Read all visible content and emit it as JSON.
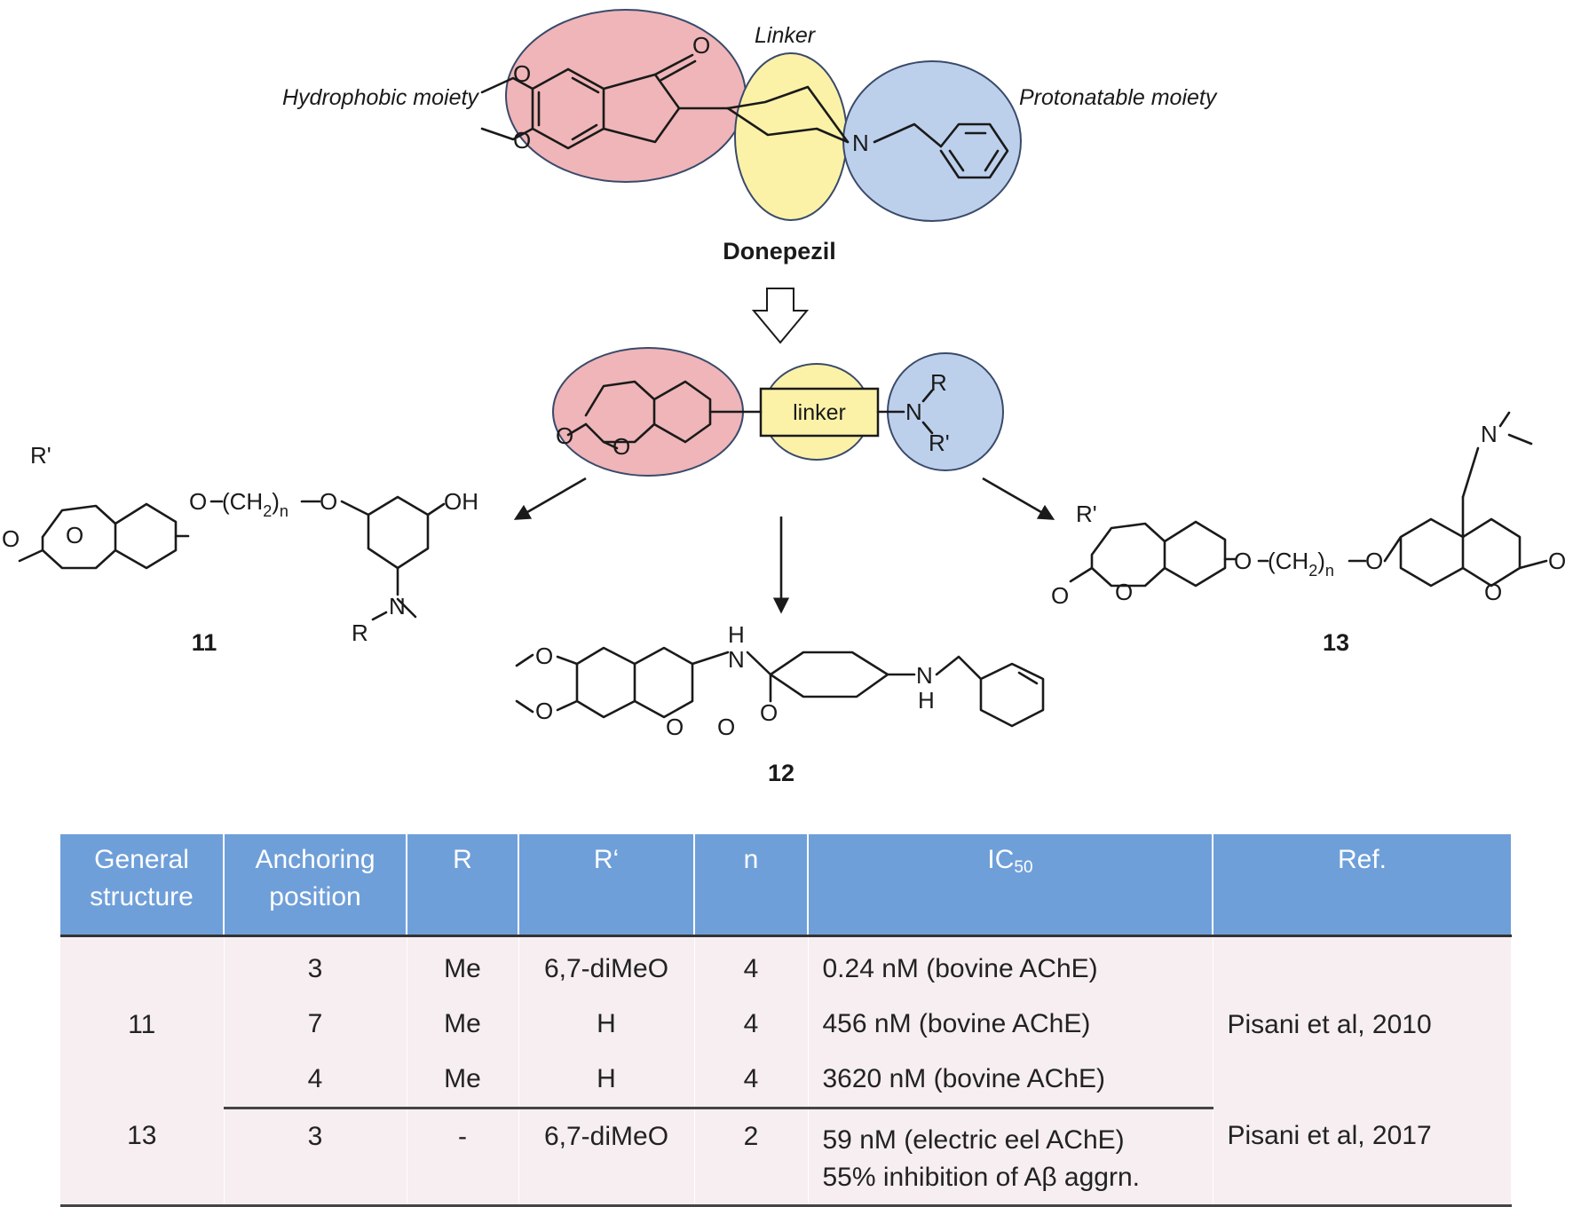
{
  "scheme": {
    "labels": {
      "linker": "Linker",
      "hydrophobic": "Hydrophobic moiety",
      "protonatable": "Protonatable moiety",
      "donepezil": "Donepezil",
      "linker_box": "linker",
      "cmpd11": "11",
      "cmpd12": "12",
      "cmpd13": "13"
    },
    "atoms": {
      "O": "O",
      "N": "N",
      "H": "H",
      "OH": "OH",
      "R": "R",
      "R_prime": "R'",
      "ch2n": "(CH",
      "sub2": "2",
      "subn": "n"
    },
    "colors": {
      "hydrophobic_fill": "#efb5b8",
      "linker_fill": "#fbf2a8",
      "protonatable_fill": "#bcd0ec",
      "outline": "#3a4a6a"
    }
  },
  "table": {
    "header_color": "#6f9fd9",
    "row_color": "#f6eef0",
    "headers": {
      "general_l1": "General",
      "general_l2": "structure",
      "anchoring_l1": "Anchoring",
      "anchoring_l2": "position",
      "r": "R",
      "r_prime": "R‘",
      "n": "n",
      "ic_main": "IC",
      "ic_sub": "50",
      "ref": "Ref."
    },
    "rows": [
      {
        "structure": "11",
        "anchoring": "3",
        "r": "Me",
        "r_prime": "6,7-diMeO",
        "n": "4",
        "ic50": "0.24 nM (bovine AChE)",
        "ref": "Pisani et al, 2010"
      },
      {
        "anchoring": "7",
        "r": "Me",
        "r_prime": "H",
        "n": "4",
        "ic50": "456 nM (bovine AChE)"
      },
      {
        "anchoring": "4",
        "r": "Me",
        "r_prime": "H",
        "n": "4",
        "ic50": "3620 nM (bovine AChE)"
      },
      {
        "structure": "13",
        "anchoring": "3",
        "r": "-",
        "r_prime": "6,7-diMeO",
        "n": "2",
        "ic50_l1": "59 nM (electric eel AChE)",
        "ic50_l2": "55% inhibition of Aβ aggrn.",
        "ref": "Pisani et al, 2017"
      }
    ]
  }
}
